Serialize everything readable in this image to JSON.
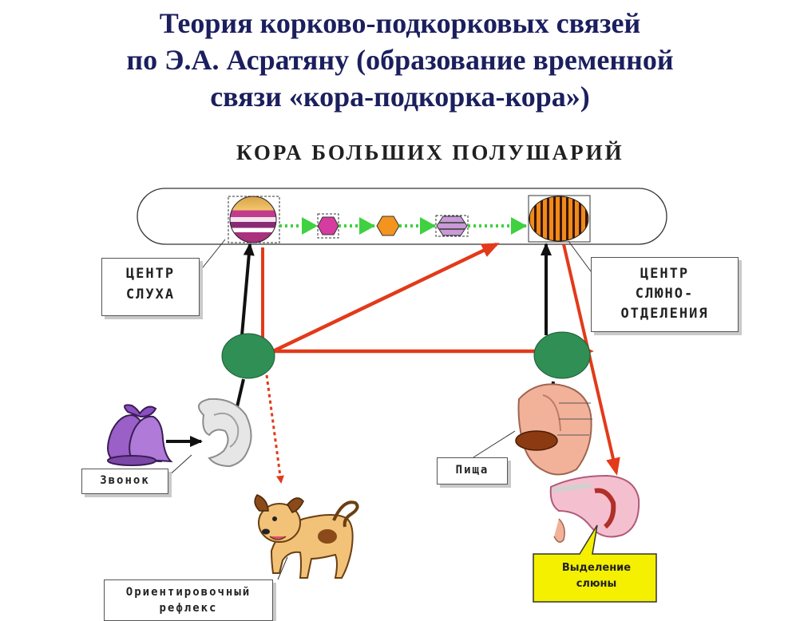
{
  "title": {
    "line1": "Теория корково-подкорковых связей",
    "line2": "по Э.А. Асратяну (образование временной",
    "line3": "связи «кора-подкорка-кора»)"
  },
  "cortex_label": "КОРА БОЛЬШИХ ПОЛУШАРИЙ",
  "labels": {
    "hearing_center": [
      "ЦЕНТР",
      "СЛУХА"
    ],
    "salivation_center": [
      "ЦЕНТР",
      "СЛЮНО-",
      "ОТДЕЛЕНИЯ"
    ],
    "bell": "Звонок",
    "food": "Пища",
    "orienting_reflex": [
      "Ориентировочный",
      "рефлекс"
    ],
    "salivation": [
      "Выделение",
      "слюны"
    ]
  },
  "colors": {
    "title": "#1b1f5e",
    "temporary_link_arrow": "#e23a1a",
    "cortex_chain_arrow": "#3fd13f",
    "subcortical_node": "#2f8f55",
    "callout_fill": "#f4f000"
  }
}
